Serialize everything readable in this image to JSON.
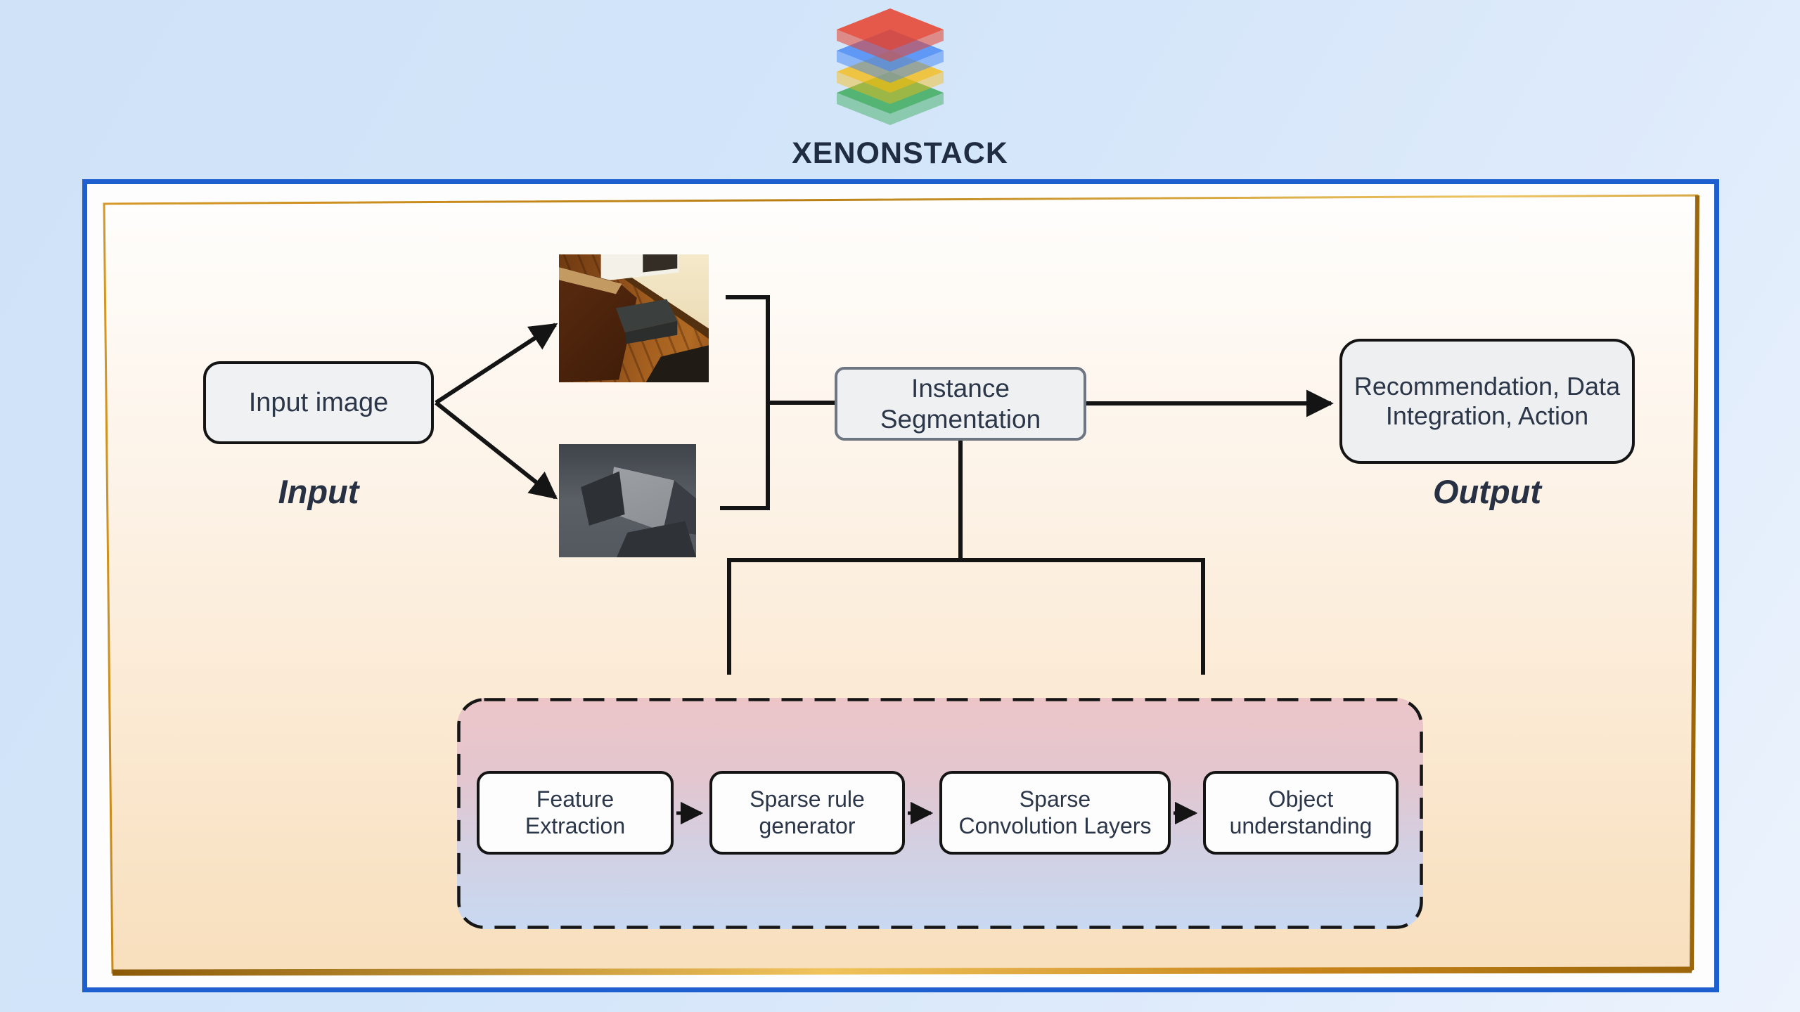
{
  "brand": {
    "name": "XENONSTACK"
  },
  "flow": {
    "input_box": "Input image",
    "input_caption": "Input",
    "instance_box": {
      "lines": [
        "Instance",
        "Segmentation"
      ]
    },
    "output_box": {
      "lines": [
        "Recommendation, Data",
        "Integration, Action"
      ]
    },
    "output_caption": "Output",
    "pipeline": [
      {
        "lines": [
          "Feature",
          "Extraction"
        ]
      },
      {
        "lines": [
          "Sparse rule",
          "generator"
        ]
      },
      {
        "lines": [
          "Sparse",
          "Convolution Layers"
        ]
      },
      {
        "lines": [
          "Object",
          "understanding"
        ]
      }
    ],
    "colors": {
      "frame_border": "#1d5fce",
      "gold_accent": "#c8861b",
      "connector": "#141414",
      "node_fill": "#f0f1f3",
      "node_text": "#2b3648",
      "container_pink": "#ecc5c8",
      "container_blue": "#c8d9f1",
      "logo_red": "#e6412c",
      "logo_blue": "#4285f4",
      "logo_yellow": "#f7bb0f",
      "logo_green": "#34a853"
    }
  }
}
